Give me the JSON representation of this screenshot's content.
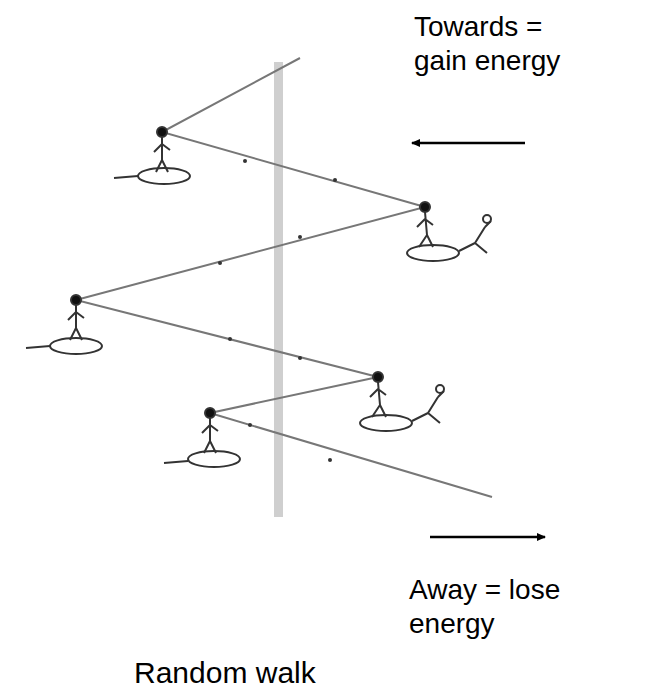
{
  "diagram": {
    "caption": "Random walk",
    "labels": [
      "Towards = gain energy",
      "Away = lose energy"
    ]
  }
}
